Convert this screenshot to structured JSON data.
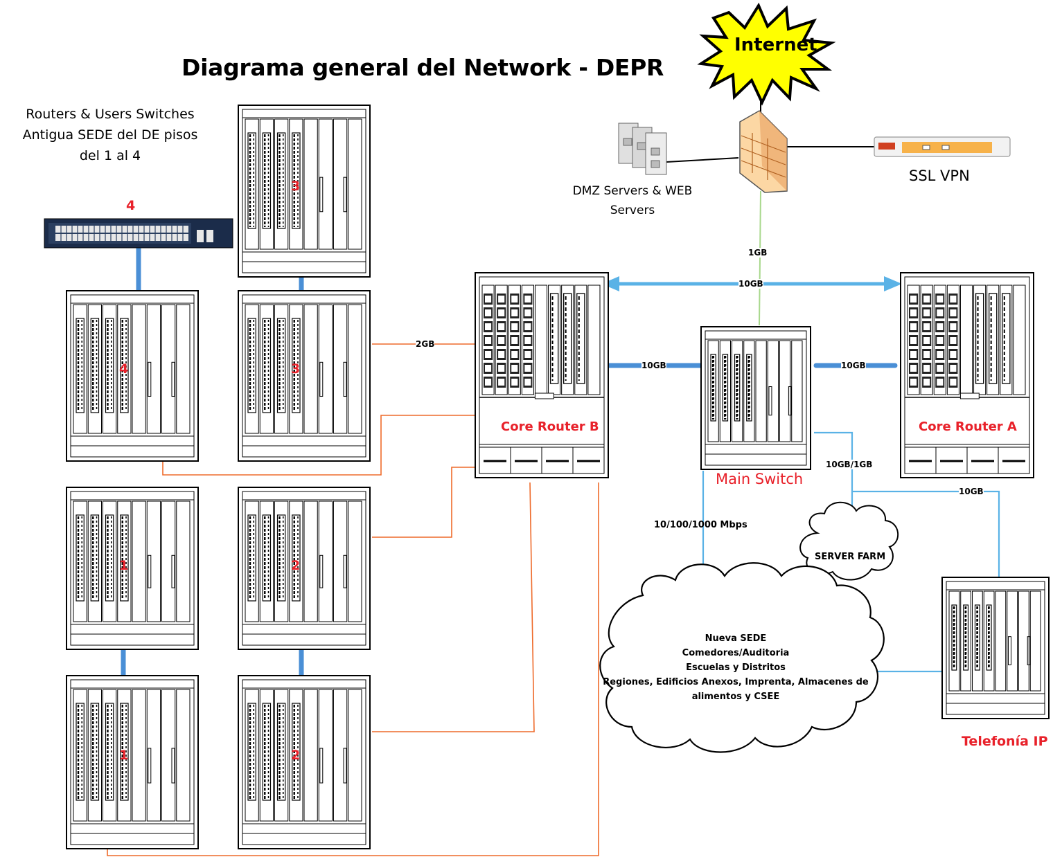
{
  "title": "Diagrama general del Network - DEPR",
  "legacy_note": [
    "Routers & Users Switches",
    "Antigua SEDE del DE pisos",
    "del 1 al 4"
  ],
  "internet_label": "Internet",
  "dmz_label": [
    "DMZ Servers & WEB",
    "Servers"
  ],
  "ssl_vpn_label": "SSL VPN",
  "core_router_b_label": "Core Router B",
  "core_router_a_label": "Core Router A",
  "main_switch_label": "Main Switch",
  "telefonia_label": "Telefonía IP",
  "server_farm_label": "SERVER FARM",
  "cloud_lines": [
    "Nueva SEDE",
    "Comedores/Auditoria",
    "Escuelas y Distritos",
    "Regiones, Edificios Anexos, Imprenta, Almacenes de",
    "alimentos y CSEE"
  ],
  "link_labels": {
    "fw_to_switch": "1GB",
    "core_b_to_core_a": "10GB",
    "core_b_to_switch": "10GB",
    "switch_to_core_a": "10GB",
    "floor3_to_core_b": "2GB",
    "switch_to_farm": "10GB/1GB",
    "farm_to_telefonia": "10GB",
    "switch_to_cloud": "10/100/1000 Mbps"
  },
  "floor_numbers": {
    "switch_top": "4",
    "chassis_a": "4",
    "chassis_b": "3",
    "chassis_c": "3",
    "chassis_d": "1",
    "chassis_e": "2",
    "chassis_f": "1",
    "chassis_g": "2"
  },
  "colors": {
    "text_red": "#e8212a",
    "link_blue": "#4a8fd6",
    "link_lightblue": "#5ab2e6",
    "link_orange": "#ee6a2a",
    "link_green": "#a8d88c",
    "internet_yellow": "#ffff00"
  }
}
